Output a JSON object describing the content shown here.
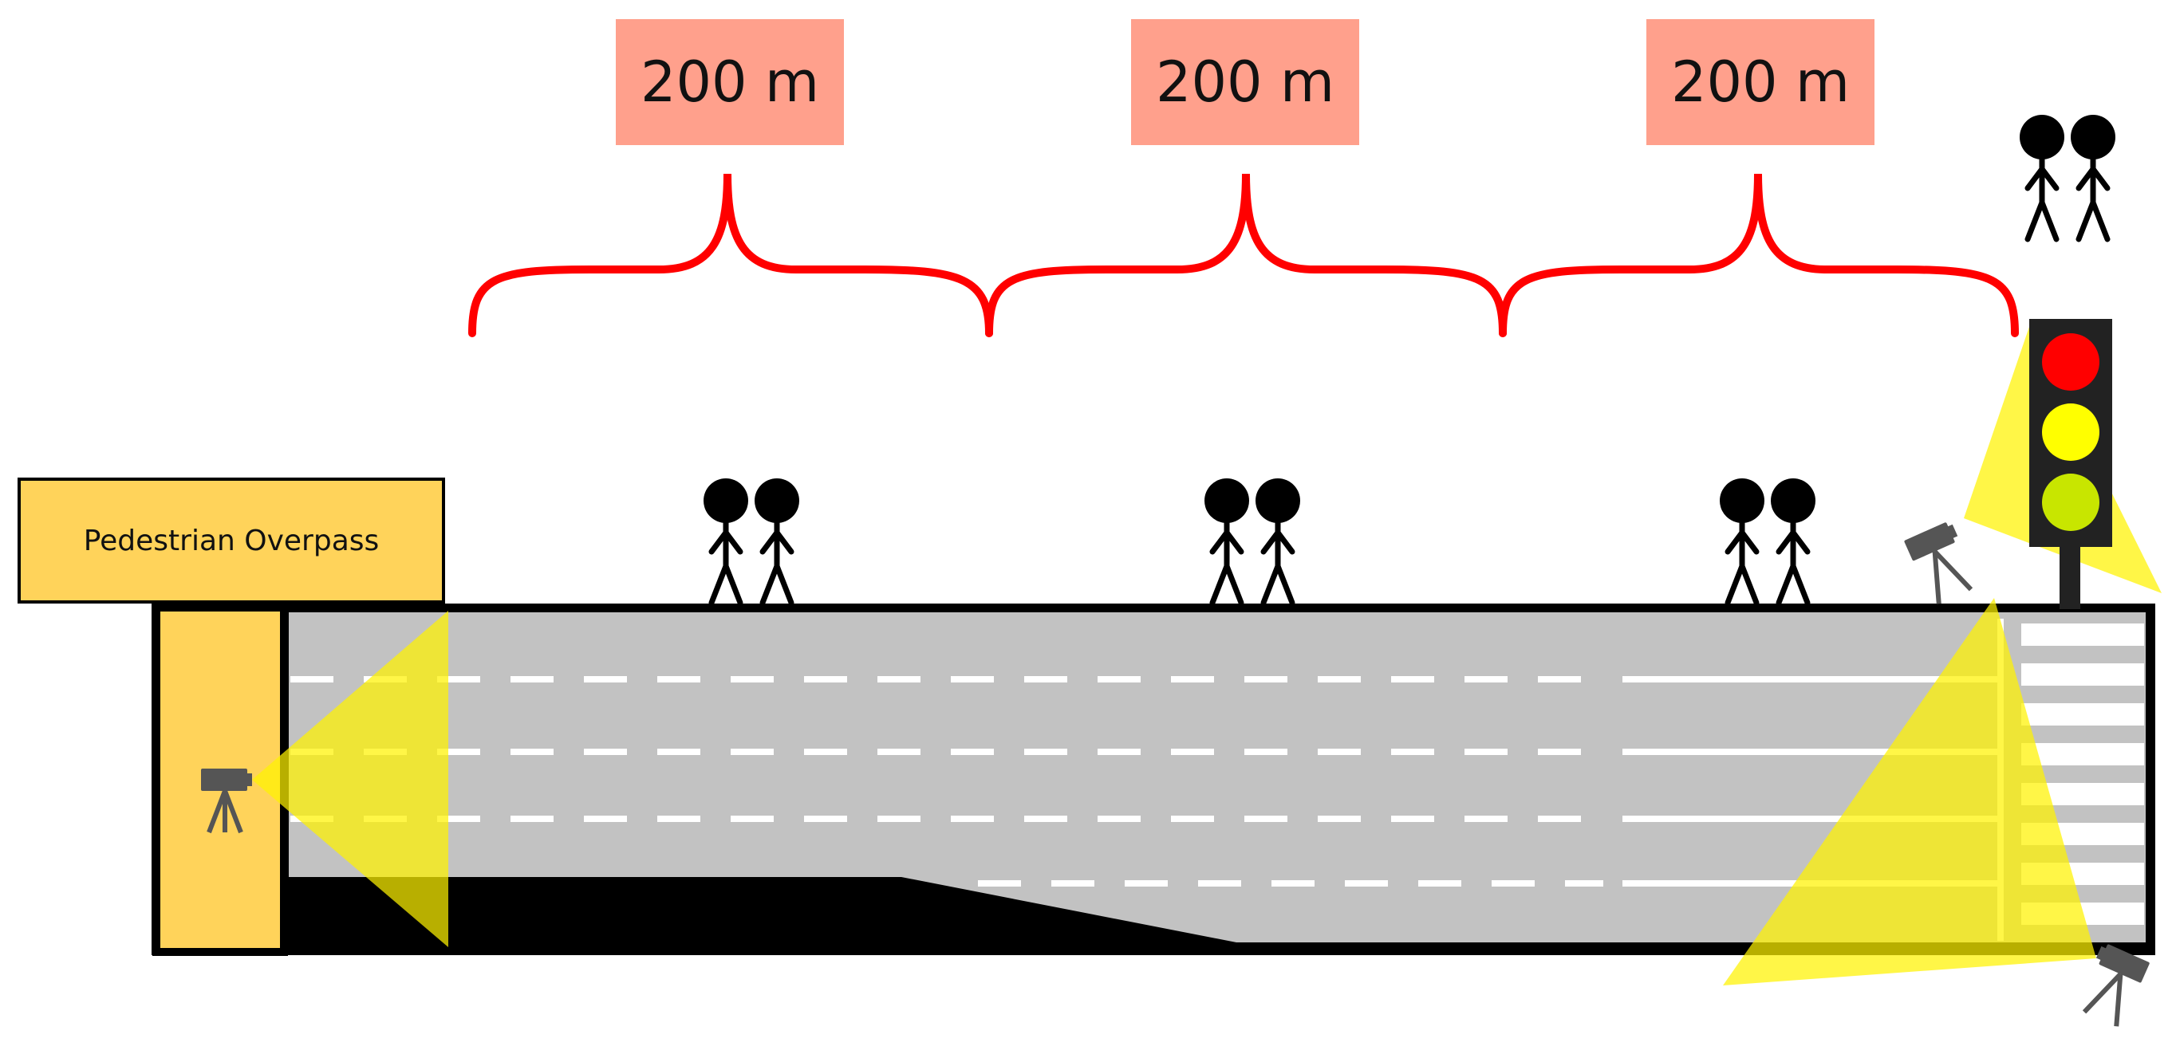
{
  "distance_labels": [
    "200 m",
    "200 m",
    "200 m"
  ],
  "overpass_label": "Pedestrian Overpass",
  "colors": {
    "distance_box": "#FFA08C",
    "brace": "#FF0000",
    "overpass": "#FFD35A",
    "road_surface": "#C2C2C2",
    "road_edge": "#000000",
    "lane_marking": "#FFFFFF",
    "camera_view": "#FFF200",
    "camera": "#555555",
    "pedestrian": "#000000",
    "signal_housing": "#222222",
    "signal_red": "#FF0000",
    "signal_yellow": "#FFFF00",
    "signal_green": "#C8E600"
  },
  "icons": [
    "pedestrian-icon",
    "camera-icon",
    "traffic-light-icon"
  ]
}
